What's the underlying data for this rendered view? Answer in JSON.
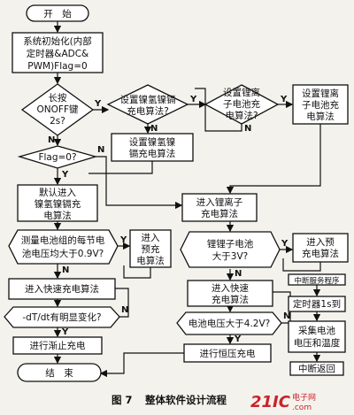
{
  "nodes": {
    "start": "开　始",
    "init": [
      "系统初始化(内部",
      "定时器&ADC&",
      "PWM)Flag=0"
    ],
    "long_press": [
      "长按",
      "ONOFF键",
      "2s?"
    ],
    "set_nicd_a": [
      "设置镍氢镍镉",
      "充电算法?"
    ],
    "set_li_a": [
      "设置锂离",
      "子电池充",
      "电算法?"
    ],
    "set_li_b": [
      "设置锂离",
      "子电池充",
      "电算法"
    ],
    "set_nicd_b": [
      "设置镍氢镍",
      "镉充电算法"
    ],
    "flag": "Flag=0?",
    "default_nicd": [
      "默认进入",
      "镍氢镍镉充",
      "电算法"
    ],
    "enter_li": [
      "进入锂离子",
      "充电算法"
    ],
    "measure_cell": [
      "测量电池组的每节电",
      "池电压均大于0.9V?"
    ],
    "pre_charge_a": [
      "进入",
      "预充",
      "电算法"
    ],
    "li_above_3v": [
      "锂锂子电池",
      "大于3V?"
    ],
    "pre_charge_b": [
      "进入预",
      "充电算法"
    ],
    "fast_a": "进入快速充电算法",
    "fast_b": [
      "进入快速",
      "充电算法"
    ],
    "interrupt": "中断服务程序",
    "timer_1s": "定时器1s到",
    "collect": [
      "采集电池",
      "电压和温度"
    ],
    "dtdt": "-dT/dt有明显变化?",
    "over_42v": "电池电压大于4.2V?",
    "interrupt_return": "中断返回",
    "trickle": "进行渐止充电",
    "const_v": "进行恒压充电",
    "end": "结　束"
  },
  "labels": {
    "yes": "Y",
    "no": "N"
  },
  "caption": {
    "fig": "图 7",
    "title": "整体软件设计流程"
  },
  "watermark": {
    "main": "21IC",
    "side": [
      "电子网",
      ".com"
    ]
  }
}
